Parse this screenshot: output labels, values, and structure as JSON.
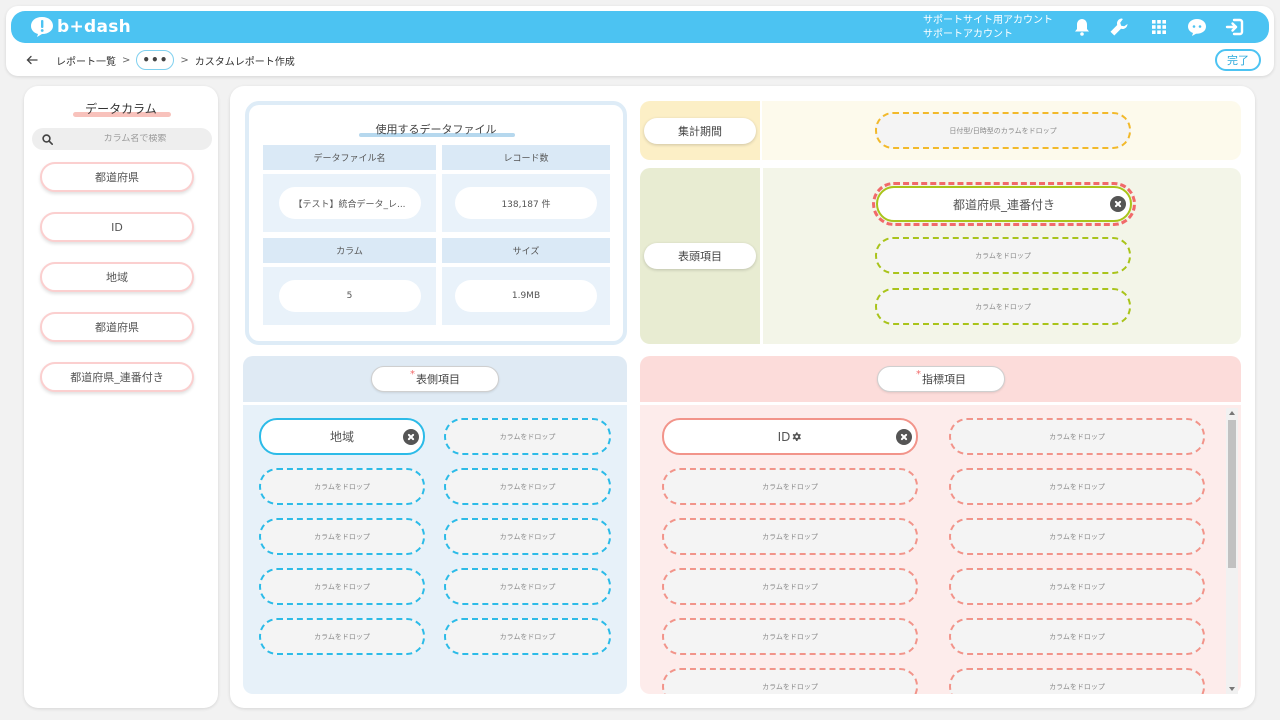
{
  "app": {
    "logo": "b+dash"
  },
  "account": {
    "line1": "サポートサイト用アカウント",
    "line2": "サポートアカウント"
  },
  "breadcrumb": {
    "reports": "レポート一覧",
    "sep": ">",
    "more": "•••",
    "current": "カスタムレポート作成"
  },
  "actions": {
    "done": "完了"
  },
  "sidebar": {
    "title": "データカラム",
    "search_placeholder": "カラム名で検索",
    "columns": [
      "都道府県",
      "ID",
      "地域",
      "都道府県",
      "都道府県_連番付き"
    ]
  },
  "data_file": {
    "title": "使用するデータファイル",
    "name_label": "データファイル名",
    "name_value": "【テスト】統合データ_レ...",
    "records_label": "レコード数",
    "records_value": "138,187 件",
    "columns_label": "カラム",
    "columns_value": "5",
    "size_label": "サイズ",
    "size_value": "1.9MB"
  },
  "period": {
    "label": "集計期間",
    "drop_text": "日付型/日時型のカラムをドロップ"
  },
  "header_items": {
    "label": "表頭項目",
    "filled": "都道府県_連番付き",
    "drop_text": "カラムをドロップ"
  },
  "row_items": {
    "required_mark": "*",
    "label": "表側項目",
    "filled": "地域",
    "drop_text": "カラムをドロップ"
  },
  "metric_items": {
    "required_mark": "*",
    "label": "指標項目",
    "filled": "ID",
    "drop_text": "カラムをドロップ"
  },
  "colors": {
    "brand": "#4cc3f2",
    "period": "#f2b92a",
    "header": "#a9c41a",
    "row": "#2cbbe8",
    "metric": "#f2948a",
    "highlight": "#f16a6a"
  }
}
